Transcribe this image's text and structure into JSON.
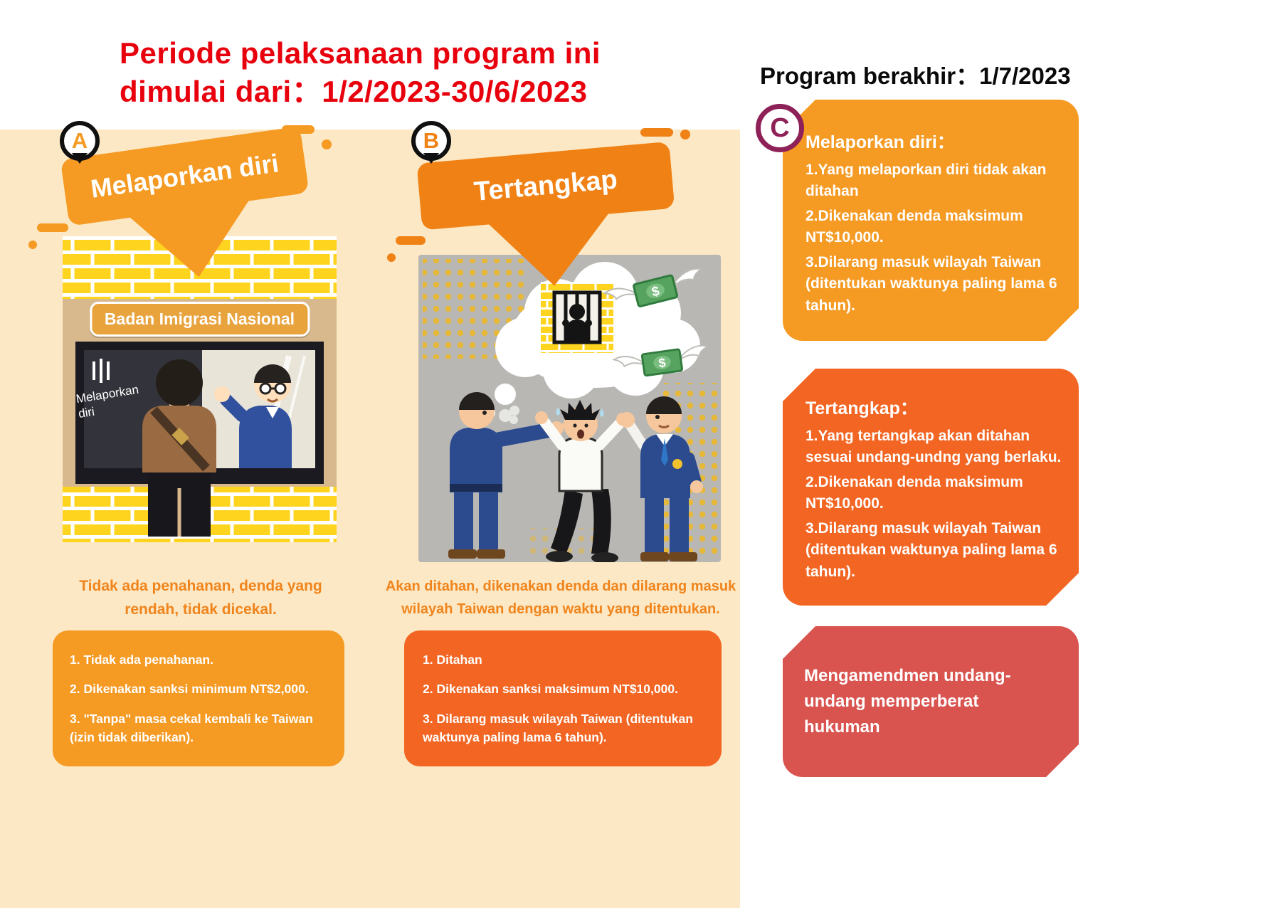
{
  "header": {
    "title_line1": "Periode pelaksanaan program ini",
    "title_line2": "dimulai dari：1/2/2023-30/6/2023",
    "deadline": "Program berakhir：1/7/2023"
  },
  "colors": {
    "title_red": "#E8000D",
    "orange": "#F59A23",
    "deep_orange": "#F26522",
    "box_red": "#D9534F",
    "cream": "#FCE8C4",
    "maroon": "#8E2158"
  },
  "section_a": {
    "badge": "A",
    "banner": "Melaporkan diri",
    "illustration": {
      "sign": "Badan Imigrasi Nasional",
      "caption": "Melaporkan diri"
    },
    "summary": "Tidak ada penahanan, denda yang rendah, tidak dicekal.",
    "points": [
      "1.  Tidak ada penahanan.",
      "2. Dikenakan sanksi minimum NT$2,000.",
      "3. \"Tanpa\" masa cekal kembali ke Taiwan (izin tidak diberikan)."
    ]
  },
  "section_b": {
    "badge": "B",
    "banner": "Tertangkap",
    "illustration": {
      "money_symbol": "$"
    },
    "summary": "Akan ditahan, dikenakan denda dan dilarang masuk wilayah Taiwan dengan waktu yang ditentukan.",
    "points": [
      "1. Ditahan",
      "2. Dikenakan sanksi maksimum NT$10,000.",
      "3. Dilarang masuk wilayah Taiwan (ditentukan waktunya paling lama 6 tahun)."
    ]
  },
  "section_c": {
    "badge": "C",
    "box_melaporkan": {
      "title": "Melaporkan diri：",
      "items": [
        "1.Yang melaporkan diri tidak akan ditahan",
        "2.Dikenakan denda maksimum NT$10,000.",
        "3.Dilarang masuk wilayah Taiwan (ditentukan waktunya paling lama 6 tahun)."
      ]
    },
    "box_tertangkap": {
      "title": "Tertangkap：",
      "items": [
        "1.Yang tertangkap akan ditahan sesuai undang-undng yang berlaku.",
        "2.Dikenakan denda maksimum NT$10,000.",
        "3.Dilarang masuk wilayah Taiwan (ditentukan waktunya paling lama 6 tahun)."
      ]
    },
    "box_amendment": "Mengamendmen undang-undang memperberat hukuman"
  }
}
